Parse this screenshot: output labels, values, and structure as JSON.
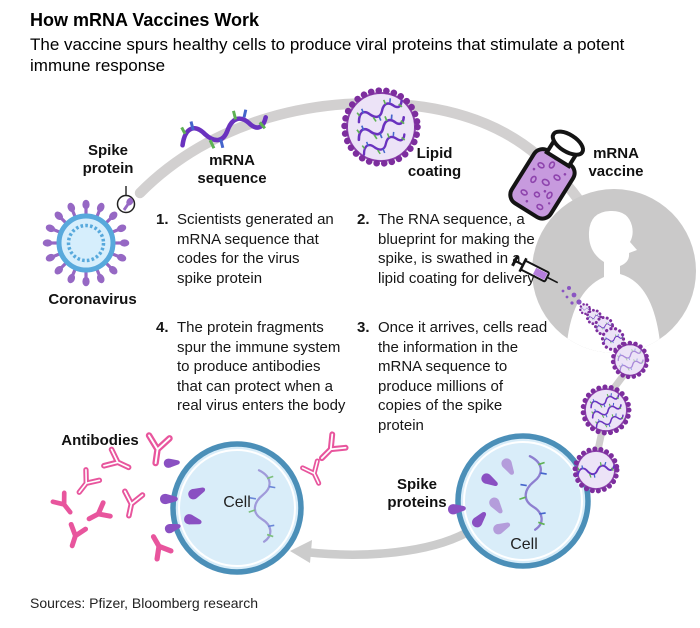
{
  "header": {
    "title": "How mRNA Vaccines Work",
    "subtitle": "The vaccine spurs healthy cells to produce viral proteins that stimulate a potent immune response"
  },
  "labels": {
    "spike_protein": "Spike protein",
    "mrna_sequence": "mRNA sequence",
    "lipid_coating": "Lipid coating",
    "mrna_vaccine": "mRNA vaccine",
    "coronavirus": "Coronavirus",
    "antibodies": "Antibodies",
    "spike_proteins": "Spike proteins",
    "cell_left": "Cell",
    "cell_right": "Cell"
  },
  "steps": [
    {
      "number": "1.",
      "text": "Scientists generated an mRNA sequence that codes for the virus spike protein"
    },
    {
      "number": "2.",
      "text": "The RNA sequence, a blueprint for making the spike, is swathed in a lipid coating for delivery"
    },
    {
      "number": "3.",
      "text": "Once it arrives, cells read the information in the mRNA sequence to produce millions of copies of the spike protein"
    },
    {
      "number": "4.",
      "text": "The protein fragments spur the immune system to produce antibodies that can protect when a real virus enters the body"
    }
  ],
  "footer": {
    "sources": "Sources: Pfizer, Bloomberg research"
  },
  "icons": {
    "coronavirus": "coronavirus-icon",
    "mrna_strand": "mrna-strand-icon",
    "lipid_particle": "lipid-particle-icon",
    "vaccine_vial": "vaccine-vial-icon",
    "body_silhouette": "body-silhouette-icon",
    "syringe": "syringe-icon",
    "antibody": "antibody-icon",
    "spike_fragment": "spike-fragment-icon",
    "cell": "cell-illustration"
  },
  "colors": {
    "virus_spike_purple": "#9668c4",
    "virus_membrane_blue": "#58a9dc",
    "virus_interior_blue": "#d6eefc",
    "lipid_border_purple": "#7d2e9e",
    "lipid_fill_lavender": "#ece3f7",
    "mrna_strand_purple": "#6a32bf",
    "tick_green": "#5fb254",
    "tick_blue": "#4565cc",
    "antibody_pink": "#e8559d",
    "cell_border_blue": "#4b8fb8",
    "cell_fill_blue": "#d9edf9",
    "fragment_purple": "#8a50c2",
    "fragment_light_purple": "#b49ddb",
    "silhouette_gray": "#cac9c9",
    "arrow_gray": "#cfcdcd",
    "text_black": "#000000"
  }
}
